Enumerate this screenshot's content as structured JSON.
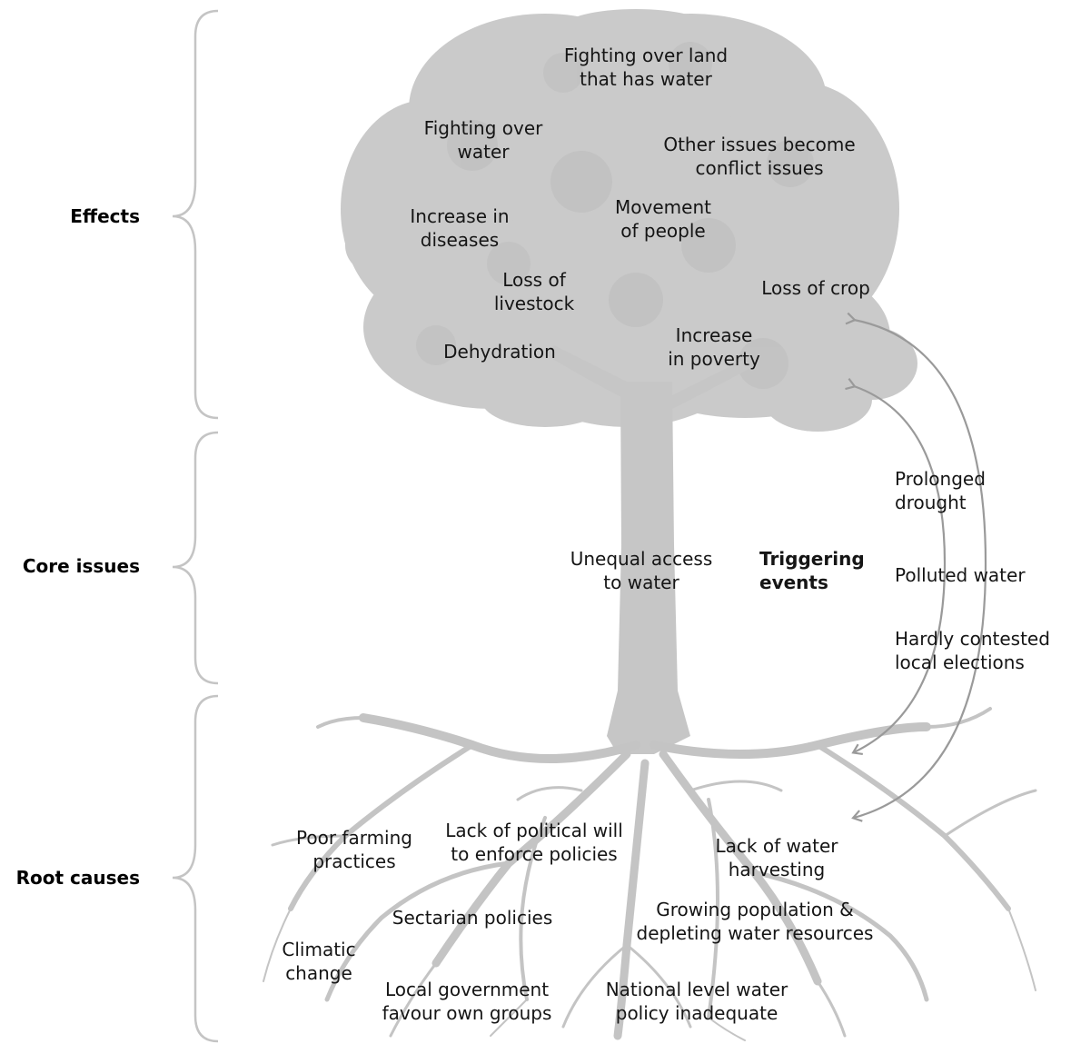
{
  "sections": {
    "effects": "Effects",
    "core": "Core issues",
    "roots": "Root causes"
  },
  "effects": {
    "fighting_land": "Fighting over land\nthat has water",
    "fighting_water": "Fighting over\nwater",
    "other_issues": "Other issues become\nconflict issues",
    "diseases": "Increase in\ndiseases",
    "movement": "Movement\nof people",
    "livestock": "Loss of\nlivestock",
    "crop": "Loss of crop",
    "dehydration": "Dehydration",
    "poverty": "Increase\nin poverty"
  },
  "core": {
    "unequal": "Unequal access\nto water"
  },
  "triggers": {
    "title": "Triggering\nevents",
    "drought": "Prolonged\ndrought",
    "polluted": "Polluted water",
    "elections": "Hardly contested\nlocal elections"
  },
  "roots": {
    "farming": "Poor farming\npractices",
    "political": "Lack of political will\nto enforce policies",
    "harvesting": "Lack of water\nharvesting",
    "sectarian": "Sectarian policies",
    "population": "Growing population &\ndepleting water resources",
    "climatic": "Climatic\nchange",
    "local_gov": "Local government\nfavour own groups",
    "national": "National level water\npolicy inadequate"
  },
  "colors": {
    "tree": "#c9c9c9",
    "tree_dark": "#b8b8b8",
    "brace": "#c4c4c4",
    "arrow": "#9a9a9a"
  }
}
